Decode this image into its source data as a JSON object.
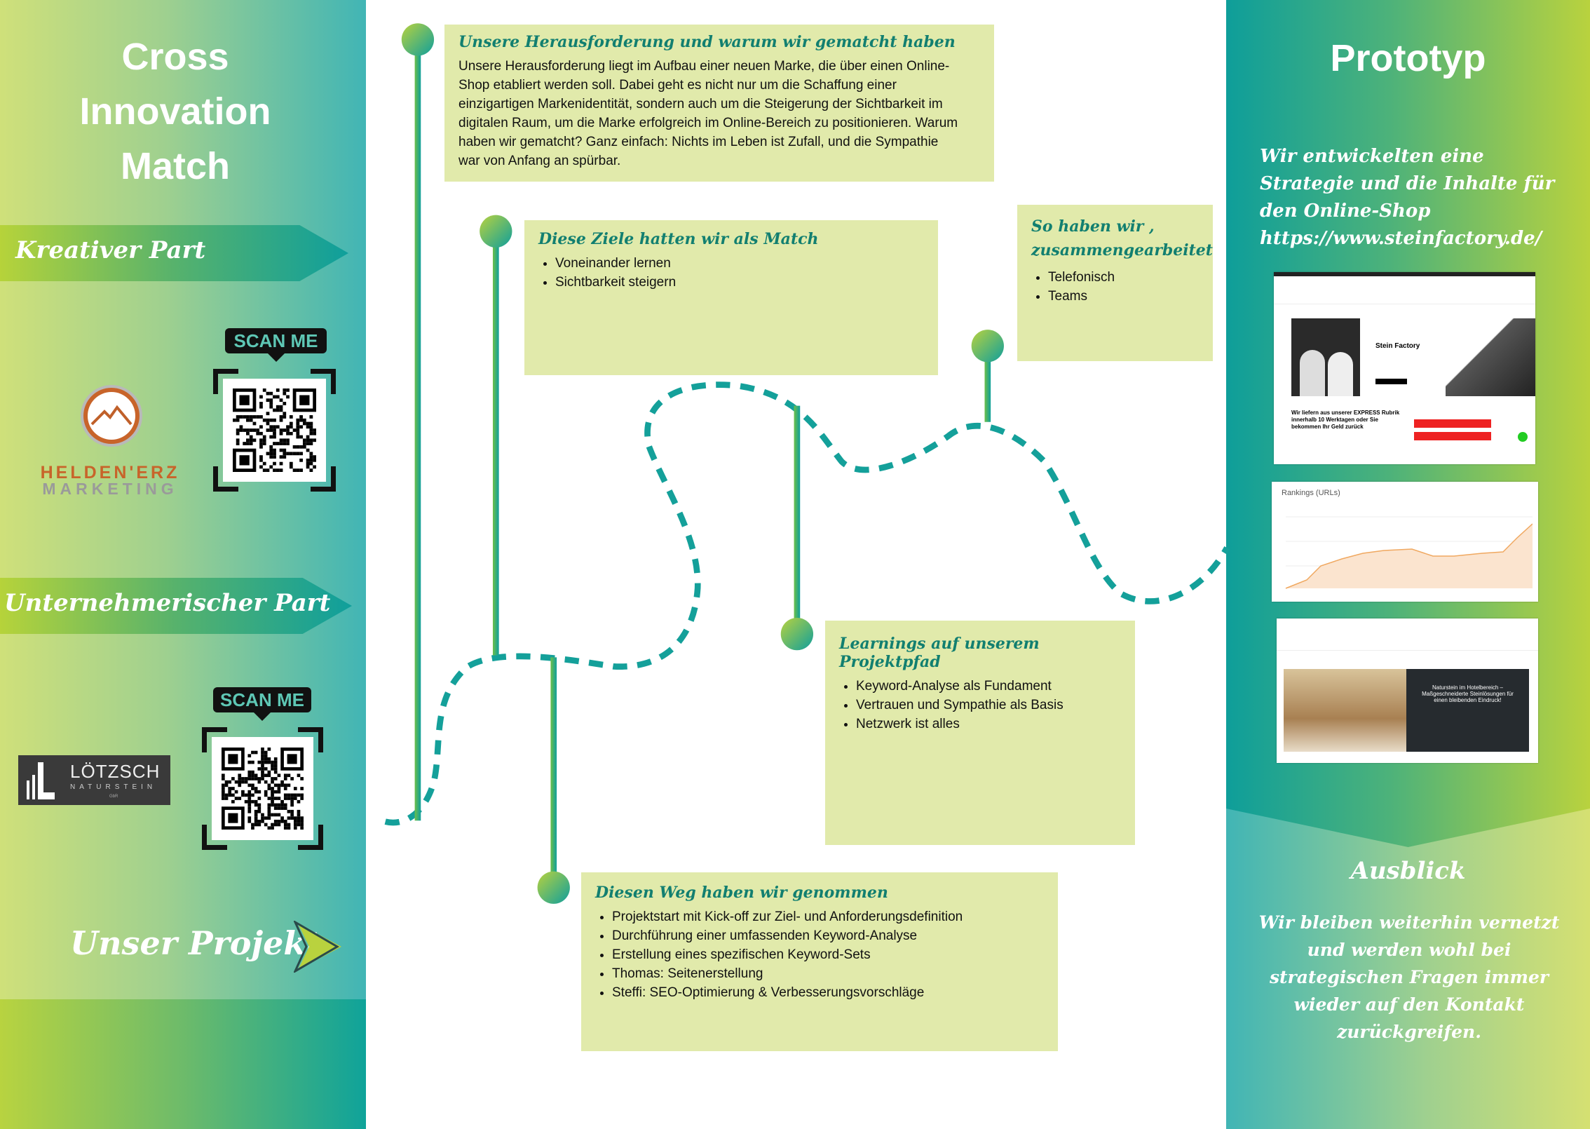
{
  "left": {
    "title": [
      "Cross",
      "Innovation",
      "Match"
    ],
    "band1": "Kreativer Part",
    "band2": "Unternehmerischer Part",
    "scan_label": "SCAN ME",
    "logo1": {
      "line1": "HELDEN'ERZ",
      "line2": "MARKETING"
    },
    "logo2": {
      "line1": "LÖTZSCH",
      "line2": "NATURSTEIN",
      "line3": "GbR"
    },
    "project": "Unser Projekt"
  },
  "boxes": {
    "challenge": {
      "title": "Unsere Herausforderung und warum wir gematcht haben",
      "text": "Unsere Herausforderung liegt im Aufbau einer neuen Marke, die über einen Online-Shop etabliert werden soll. Dabei geht es nicht nur um die Schaffung einer einzigartigen Markenidentität, sondern auch um die Steigerung der Sichtbarkeit im digitalen Raum, um die Marke erfolgreich im Online-Bereich zu positionieren. Warum haben wir gematcht? Ganz einfach: Nichts im Leben ist Zufall, und die Sympathie war von Anfang an spürbar."
    },
    "goals": {
      "title": "Diese Ziele hatten wir als Match",
      "items": [
        "Voneinander lernen",
        "Sichtbarkeit steigern"
      ]
    },
    "collab": {
      "title": "So haben wir , zusammengearbeitet",
      "items": [
        "Telefonisch",
        "Teams"
      ]
    },
    "learnings": {
      "title": "Learnings auf unserem Projektpfad",
      "items": [
        "Keyword-Analyse als Fundament",
        "Vertrauen und Sympathie als Basis",
        "Netzwerk ist alles"
      ]
    },
    "path": {
      "title": "Diesen Weg haben wir genommen",
      "items": [
        "Projektstart mit Kick-off zur Ziel- und Anforderungsdefinition",
        "Durchführung einer umfassenden Keyword-Analyse",
        "Erstellung eines spezifischen Keyword-Sets",
        "Thomas: Seitenerstellung",
        "Steffi: SEO-Optimierung & Verbesserungsvorschläge"
      ]
    }
  },
  "right": {
    "title": "Prototyp",
    "intro": "Wir entwickelten eine Strategie und die Inhalte für den Online-Shop ",
    "link": "https://www.steinfactory.de/",
    "shot1": {
      "brand": "Stein Factory",
      "headline": "Wir liefern aus unserer EXPRESS Rubrik innerhalb 10 Werktagen oder Sie bekommen Ihr Geld zurück"
    },
    "shot2": {
      "title": "Rankings (URLs)"
    },
    "shot3": {
      "headline": "Naturstein im Hotelbereich – Maßgeschneiderte Steinlösungen für einen bleibenden Eindruck!"
    },
    "outlook_title": "Ausblick",
    "outlook_text": "Wir bleiben weiterhin vernetzt und werden wohl bei strategischen Fragen immer wieder auf den Kontakt zurückgreifen."
  },
  "colors": {
    "teal": "#0f9f9c",
    "lime": "#b9d23e",
    "box": "#e1eaab",
    "heading": "#127f70"
  }
}
